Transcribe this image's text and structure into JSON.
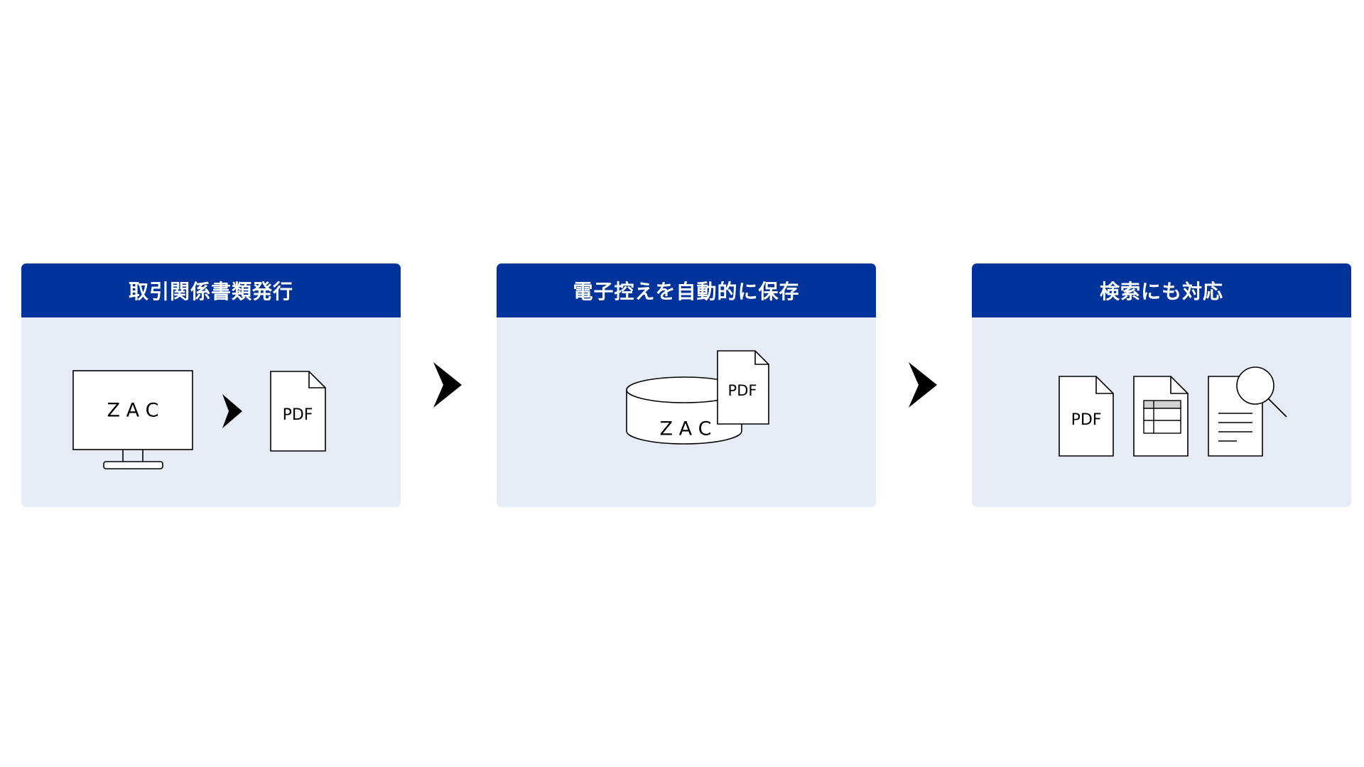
{
  "steps": [
    {
      "title": "取引関係書類発行",
      "monitor_label": "Z A C",
      "document_label": "PDF"
    },
    {
      "title": "電子控えを自動的に保存",
      "database_label": "Z A C",
      "document_label": "PDF"
    },
    {
      "title": "検索にも対応",
      "document_label": "PDF"
    }
  ],
  "colors": {
    "header_background": "#00349b",
    "header_text": "#ffffff",
    "panel_background": "#e6ecf6",
    "icon_stroke": "#000000",
    "icon_fill": "#ffffff",
    "arrow": "#000000",
    "table_header_fill": "#d0d0d0"
  },
  "icons": {
    "step1": [
      "monitor-icon",
      "chevron-right-icon",
      "pdf-document-icon"
    ],
    "step2": [
      "database-icon",
      "pdf-document-icon"
    ],
    "step3": [
      "pdf-document-icon",
      "spreadsheet-document-icon",
      "text-document-icon",
      "magnifier-icon"
    ],
    "between_steps": "chevron-right-icon"
  }
}
